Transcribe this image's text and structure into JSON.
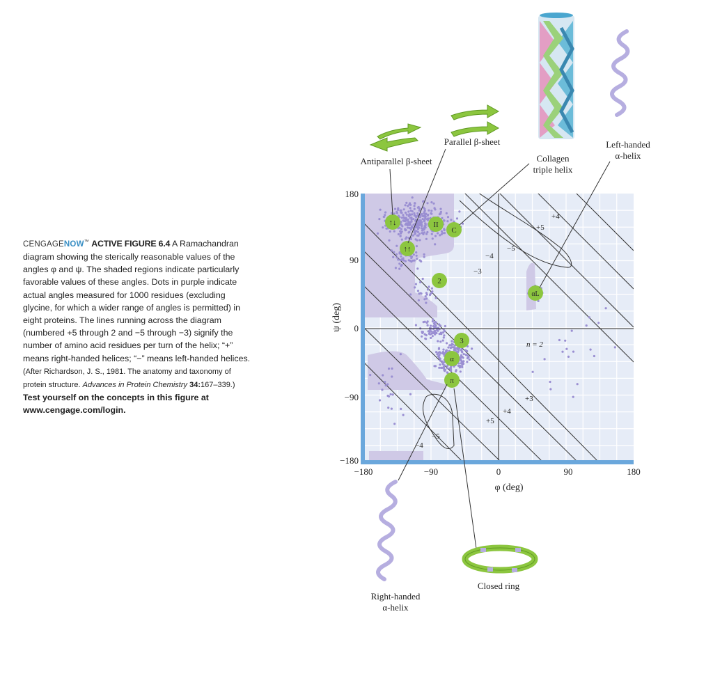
{
  "caption": {
    "brand_prefix": "CENGAGE",
    "brand_now": "NOW",
    "brand_tm": "™",
    "figure_label": "ACTIVE FIGURE 6.4",
    "text": "A Ramachandran diagram showing the sterically reasonable values of the angles φ and ψ. The shaded regions indicate particularly favorable values of these angles. Dots in purple indicate actual angles measured for 1000 residues (excluding glycine, for which a wider range of angles is permitted) in eight proteins. The lines running across the diagram (numbered +5 through 2 and −5 through −3) signify the number of amino acid residues per turn of the helix; “+” means right-handed helices; “−” means left-handed helices.",
    "reference_prefix": "(After Richardson, J. S., 1981. The anatomy and taxonomy of protein structure.",
    "reference_journal": "Advances in Protein Chemistry",
    "reference_volume": "34:",
    "reference_pages": "167–339.)",
    "test_text": "Test yourself on the concepts in this figure at www.cengage.com/login."
  },
  "axes": {
    "x_label": "φ (deg)",
    "y_label": "ψ (deg)",
    "x_ticks": [
      "−180",
      "−90",
      "0",
      "90",
      "180"
    ],
    "y_ticks": [
      "180",
      "90",
      "0",
      "−90",
      "−180"
    ]
  },
  "callouts": {
    "antiparallel": "Antiparallel β-sheet",
    "parallel": "Parallel β-sheet",
    "collagen_1": "Collagen",
    "collagen_2": "triple helix",
    "left_helix_1": "Left-handed",
    "left_helix_2": "α-helix",
    "right_helix_1": "Right-handed",
    "right_helix_2": "α-helix",
    "closed_ring": "Closed ring"
  },
  "markers": {
    "antiparallel": "↑↓",
    "parallel": "↑↑",
    "polypro": "II",
    "collagen": "C",
    "two": "2",
    "alpha_l": "αL",
    "three": "3",
    "alpha": "α",
    "pi": "π"
  },
  "line_labels": {
    "plus4_top": "+4",
    "plus5_top": "+5",
    "minus5_top": "−5",
    "minus4_top": "−4",
    "minus3_top": "−3",
    "n2": "n = 2",
    "plus3_bottom": "+3",
    "plus4_bottom": "+4",
    "plus5_bottom": "+5",
    "minus5_bottom": "−5",
    "minus4_bottom": "−4"
  },
  "colors": {
    "plot_bg": "#e6ecf7",
    "shaded_region": "#cfc9e6",
    "dot": "#9a8fd2",
    "marker": "#8cc63f",
    "axis_bar": "#6aa7dc",
    "ribbon": "#8cc63f",
    "helix": "#b6aee0"
  }
}
